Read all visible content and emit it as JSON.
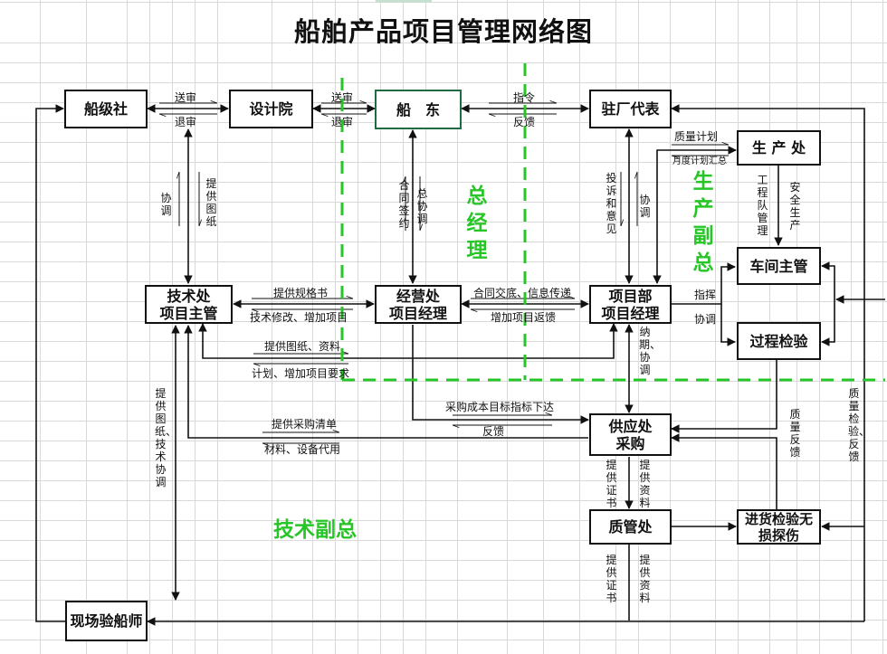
{
  "diagram": {
    "title": "船舶产品项目管理网络图",
    "nodes": {
      "classification": "船级社",
      "design_institute": "设计院",
      "shipowner": "船　东",
      "resident_rep": "驻厂代表",
      "production": "生 产 处",
      "tech_dept": [
        "技术处",
        "项目主管"
      ],
      "business_dept": [
        "经营处",
        "项目经理"
      ],
      "project_dept": [
        "项目部",
        "项目经理"
      ],
      "workshop": "车间主管",
      "process_inspection": "过程检验",
      "supply_dept": [
        "供应处",
        "采购"
      ],
      "quality_dept": "质管处",
      "incoming_inspection": [
        "进货检验无",
        "损探伤"
      ],
      "onsite_surveyor": "现场验船师"
    },
    "edge_labels": {
      "submit_1": "送审",
      "return_1": "退审",
      "submit_2": "送审",
      "return_2": "退审",
      "instruction": "指令",
      "feedback_1": "反馈",
      "quality_plan": "质量计划",
      "monthly_plan": "月度计划汇总",
      "team_mgmt": "工程队管理",
      "safety": "安全生产",
      "coordinate_1": "协调",
      "provide_drawings_1": "提供图纸",
      "contract_sign": "合同签约",
      "general_coord": "总协调",
      "complaints": "投诉和意见",
      "coordinate_2": "协调",
      "spec_book": "提供规格书",
      "tech_change": "技术修改、增加项目",
      "handover": "合同交底、信息传递",
      "add_item_feedback": "增加项目返馈",
      "direct": "指挥",
      "coordinate_3": "协调",
      "drawings_info": "提供图纸、资料",
      "plan_add_req": "计划、增加项目要求",
      "schedule_coord": "纳期、协调",
      "cost_target": "采购成本目标指标下达",
      "feedback_2": "反馈",
      "purchase_list": "提供采购清单",
      "materials": "材料、设备代用",
      "drawings_tech_coord": "提供图纸、技术协调",
      "provide_cert_1": "提供证书",
      "provide_docs_1": "提供资料",
      "provide_cert_2": "提供证书",
      "provide_docs_2": "提供资料",
      "quality_feedback": "质量反馈",
      "quality_insp_feedback": "质量检验、反馈"
    },
    "regions": {
      "general_manager": "总经理",
      "production_vp": "生产副总",
      "tech_vp": "技术副总"
    },
    "colors": {
      "region_green": "#27c627",
      "line": "#111111",
      "selected_border": "#1f6b43",
      "grid": "#d9d9d9"
    }
  }
}
